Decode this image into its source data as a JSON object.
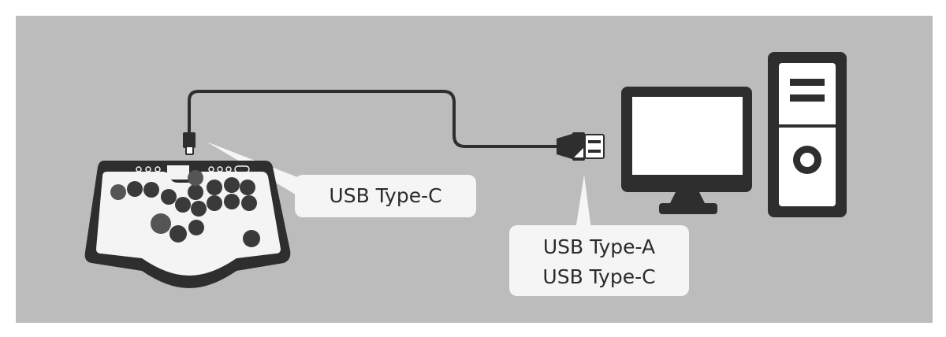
{
  "callouts": {
    "controller_port": "USB Type-C",
    "pc_port_line1": "USB Type-A",
    "pc_port_line2": "USB Type-C"
  },
  "colors": {
    "panel": "#bcbcbc",
    "device": "#2e2e2e",
    "surface": "#f4f4f4",
    "button_dark": "#3a3a3a",
    "button_gray": "#555555",
    "callout_bg": "#f5f5f5"
  }
}
